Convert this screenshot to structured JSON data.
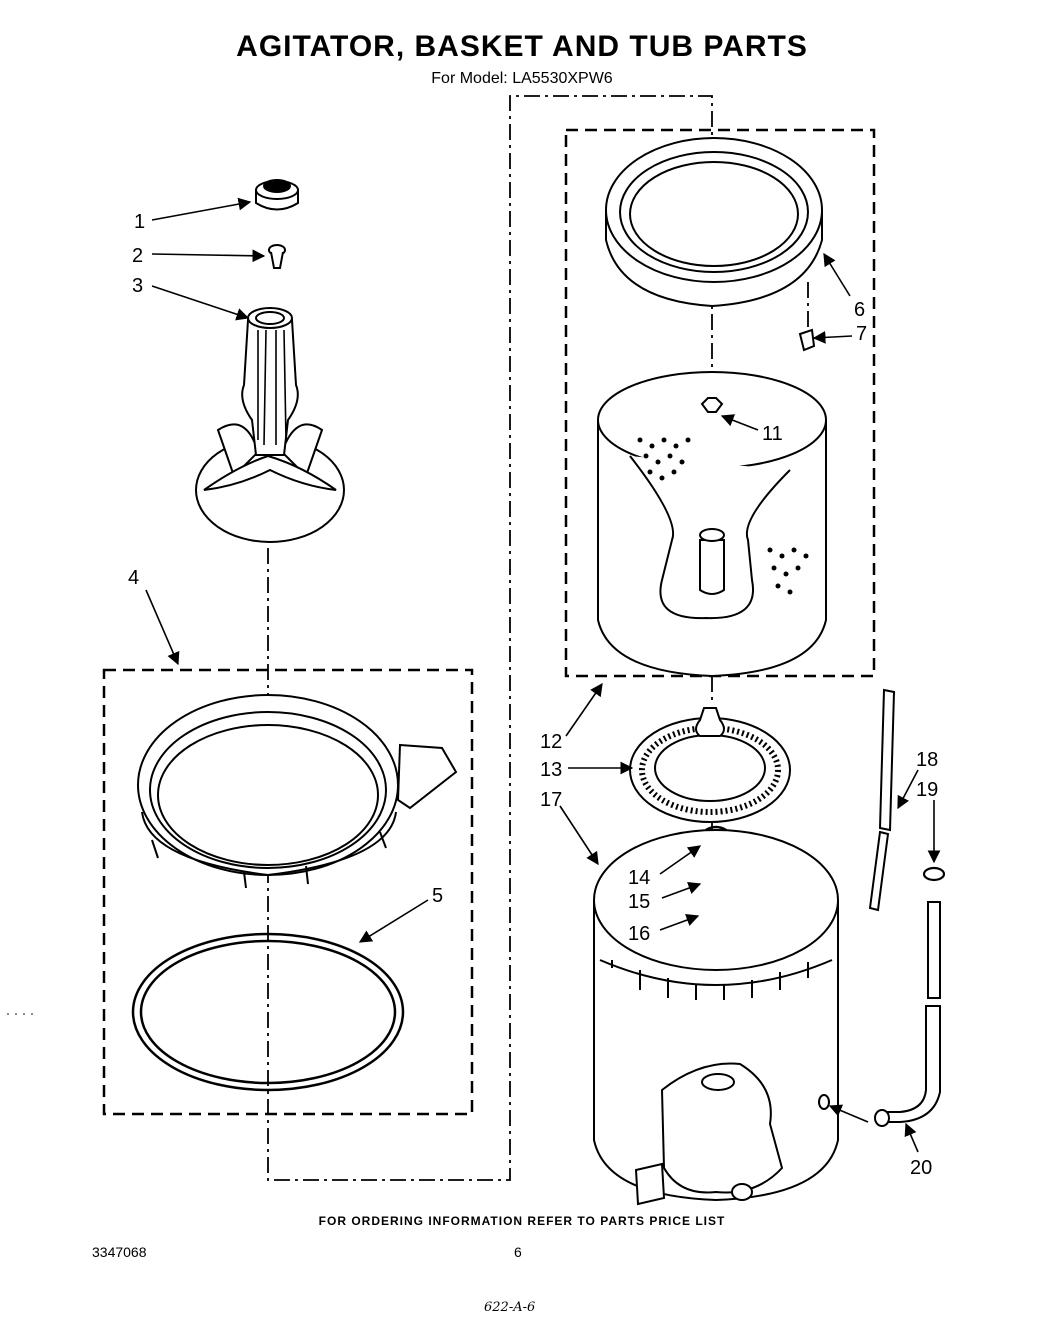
{
  "title": "AGITATOR, BASKET AND TUB PARTS",
  "subtitle": "For Model: LA5530XPW6",
  "footer": "FOR ORDERING INFORMATION REFER TO PARTS PRICE LIST",
  "doc_number": "3347068",
  "page_number": "6",
  "handwritten_note": "622-A-6",
  "callouts": [
    "1",
    "2",
    "3",
    "4",
    "5",
    "6",
    "7",
    "11",
    "12",
    "13",
    "17",
    "14",
    "15",
    "16",
    "18",
    "19",
    "20"
  ]
}
